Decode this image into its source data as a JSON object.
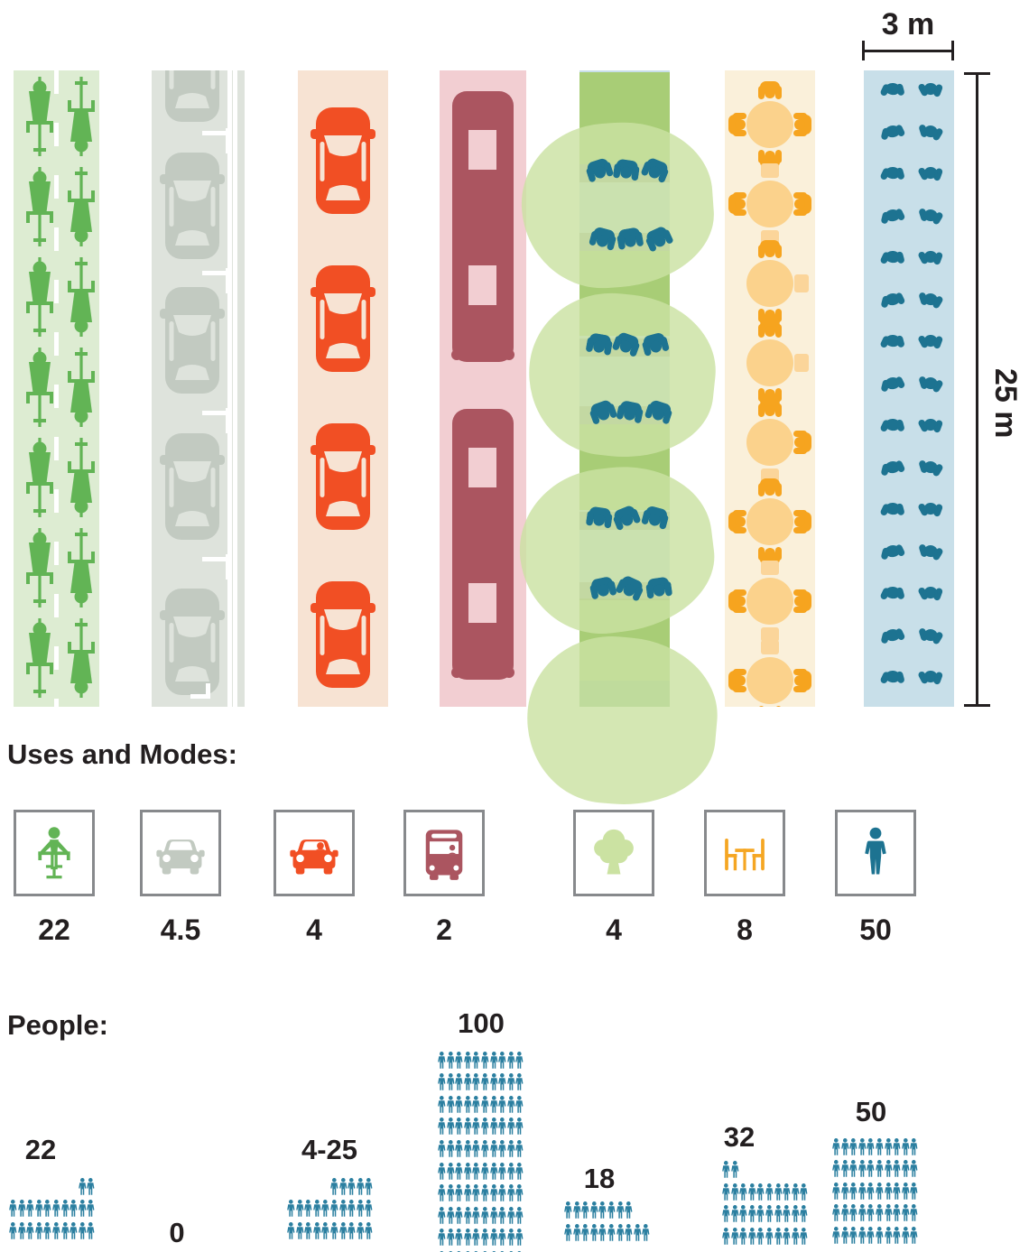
{
  "measurements": {
    "width_label": "3 m",
    "length_label": "25 m"
  },
  "uses_and_modes": {
    "heading": "Uses and Modes:",
    "items": [
      {
        "id": "bicycles",
        "icon": "bicycle-icon",
        "count": "22"
      },
      {
        "id": "parked-cars",
        "icon": "car-gray-icon",
        "count": "4.5"
      },
      {
        "id": "cars",
        "icon": "car-orange-icon",
        "count": "4"
      },
      {
        "id": "buses",
        "icon": "bus-icon",
        "count": "2"
      },
      {
        "id": "trees",
        "icon": "tree-icon",
        "count": "4"
      },
      {
        "id": "cafe-tables",
        "icon": "table-chairs-icon",
        "count": "8"
      },
      {
        "id": "pedestrians",
        "icon": "person-icon",
        "count": "50"
      }
    ]
  },
  "people": {
    "heading": "People:",
    "groups": [
      {
        "id": "bicycles",
        "label": "22",
        "rows": [
          2,
          10,
          10
        ],
        "partial_align": "right"
      },
      {
        "id": "parked-cars",
        "label": "0",
        "rows": [],
        "partial_align": "left"
      },
      {
        "id": "cars",
        "label": "4-25",
        "rows": [
          5,
          10,
          10
        ],
        "partial_align": "right"
      },
      {
        "id": "buses",
        "label": "100",
        "rows": [
          10,
          10,
          10,
          10,
          10,
          10,
          10,
          10,
          10,
          10
        ],
        "partial_align": "left"
      },
      {
        "id": "trees",
        "label": "18",
        "rows": [
          8,
          10
        ],
        "partial_align": "left"
      },
      {
        "id": "cafe-tables",
        "label": "32",
        "rows": [
          2,
          10,
          10,
          10
        ],
        "partial_align": "left"
      },
      {
        "id": "pedestrians",
        "label": "50",
        "rows": [
          10,
          10,
          10,
          10,
          10
        ],
        "partial_align": "left"
      }
    ]
  },
  "street": {
    "lanes": [
      {
        "id": "bike-lane",
        "type": "bike",
        "bike_rows": 7,
        "columns": 2
      },
      {
        "id": "parked-car-lane",
        "type": "parked",
        "cars": 5,
        "bay_markers": 4
      },
      {
        "id": "car-lane",
        "type": "car",
        "cars": 4
      },
      {
        "id": "bus-lane",
        "type": "bus",
        "buses": 2
      },
      {
        "id": "tree-lane",
        "type": "tree",
        "canopies": 4,
        "benches": 6,
        "people_per_bench": 3
      },
      {
        "id": "cafe-lane",
        "type": "cafe",
        "tables": 8
      },
      {
        "id": "pedestrian-lane",
        "type": "ped",
        "rows": 15,
        "columns": 2
      }
    ]
  },
  "chart_data": {
    "type": "bar",
    "categories": [
      "Bicycles",
      "Parked cars",
      "Cars",
      "Bus",
      "Trees & benches",
      "Cafe seating",
      "Pedestrians"
    ],
    "series": [
      {
        "name": "Uses and Modes",
        "values": [
          22,
          4.5,
          4,
          2,
          4,
          8,
          50
        ]
      },
      {
        "name": "People",
        "values": [
          "22",
          "0",
          "4-25",
          "100",
          "18",
          "32",
          "50"
        ]
      }
    ],
    "title": "",
    "xlabel": "",
    "ylabel": "",
    "lane_width_label": "3 m",
    "lane_length_label": "25 m",
    "legend_position": "none",
    "grid": false
  },
  "colors": {
    "bike_lane_bg": "#ddecd2",
    "bike_green": "#62b455",
    "parked_lane_bg": "#dee3dc",
    "parked_car_gray": "#c2cac1",
    "car_lane_bg": "#f7e3d3",
    "car_orange": "#f14f24",
    "bus_lane_bg": "#f2ced2",
    "bus_red": "#ab5560",
    "tree_lane_bg": "#c8dfe9",
    "tree_bed_green": "#a8cd76",
    "canopy_green": "#cbe2a2",
    "cafe_lane_bg": "#faf0da",
    "table_light": "#fbd28c",
    "diner_orange": "#f6a41f",
    "ped_lane_bg": "#c8dfe9",
    "people_teal": "#1d7391",
    "pictogram_teal": "#2b7fa0",
    "text_dark": "#231f20",
    "box_border": "#87898c"
  }
}
